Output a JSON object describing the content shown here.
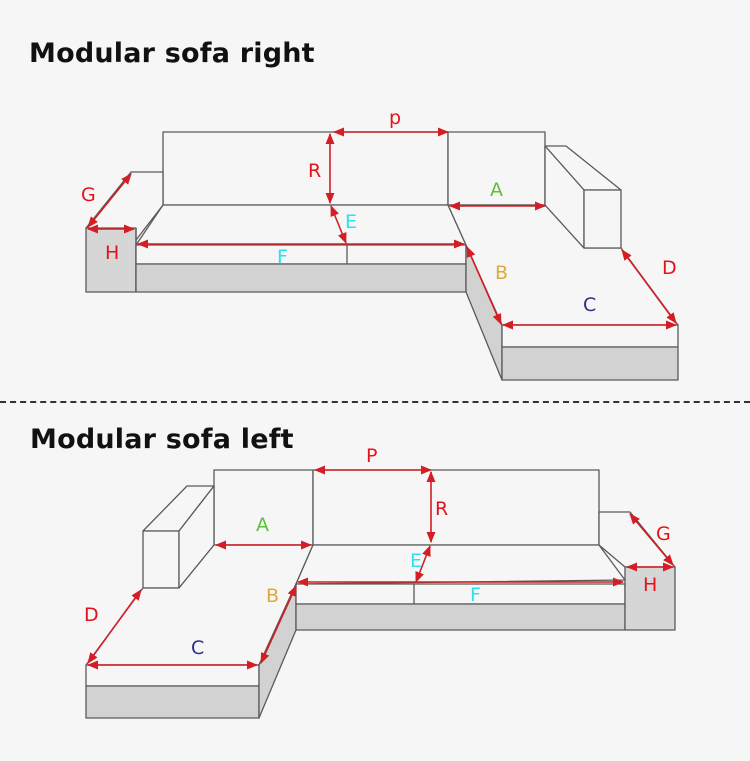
{
  "titles": {
    "right": "Modular sofa right",
    "left": "Modular sofa left"
  },
  "labels_right": {
    "p": "p",
    "R": "R",
    "E": "E",
    "F": "F",
    "A": "A",
    "G": "G",
    "H": "H",
    "B": "B",
    "C": "C",
    "D": "D"
  },
  "labels_left": {
    "P": "P",
    "R": "R",
    "E": "E",
    "F": "F",
    "A": "A",
    "G": "G",
    "H": "H",
    "B": "B",
    "C": "C",
    "D": "D"
  },
  "colors": {
    "arrow": "#d21e24",
    "outline": "#5a5a5a",
    "seat_front": "#d2d2d2",
    "arm_side": "#d6d6d6",
    "face": "#f6f6f6"
  }
}
